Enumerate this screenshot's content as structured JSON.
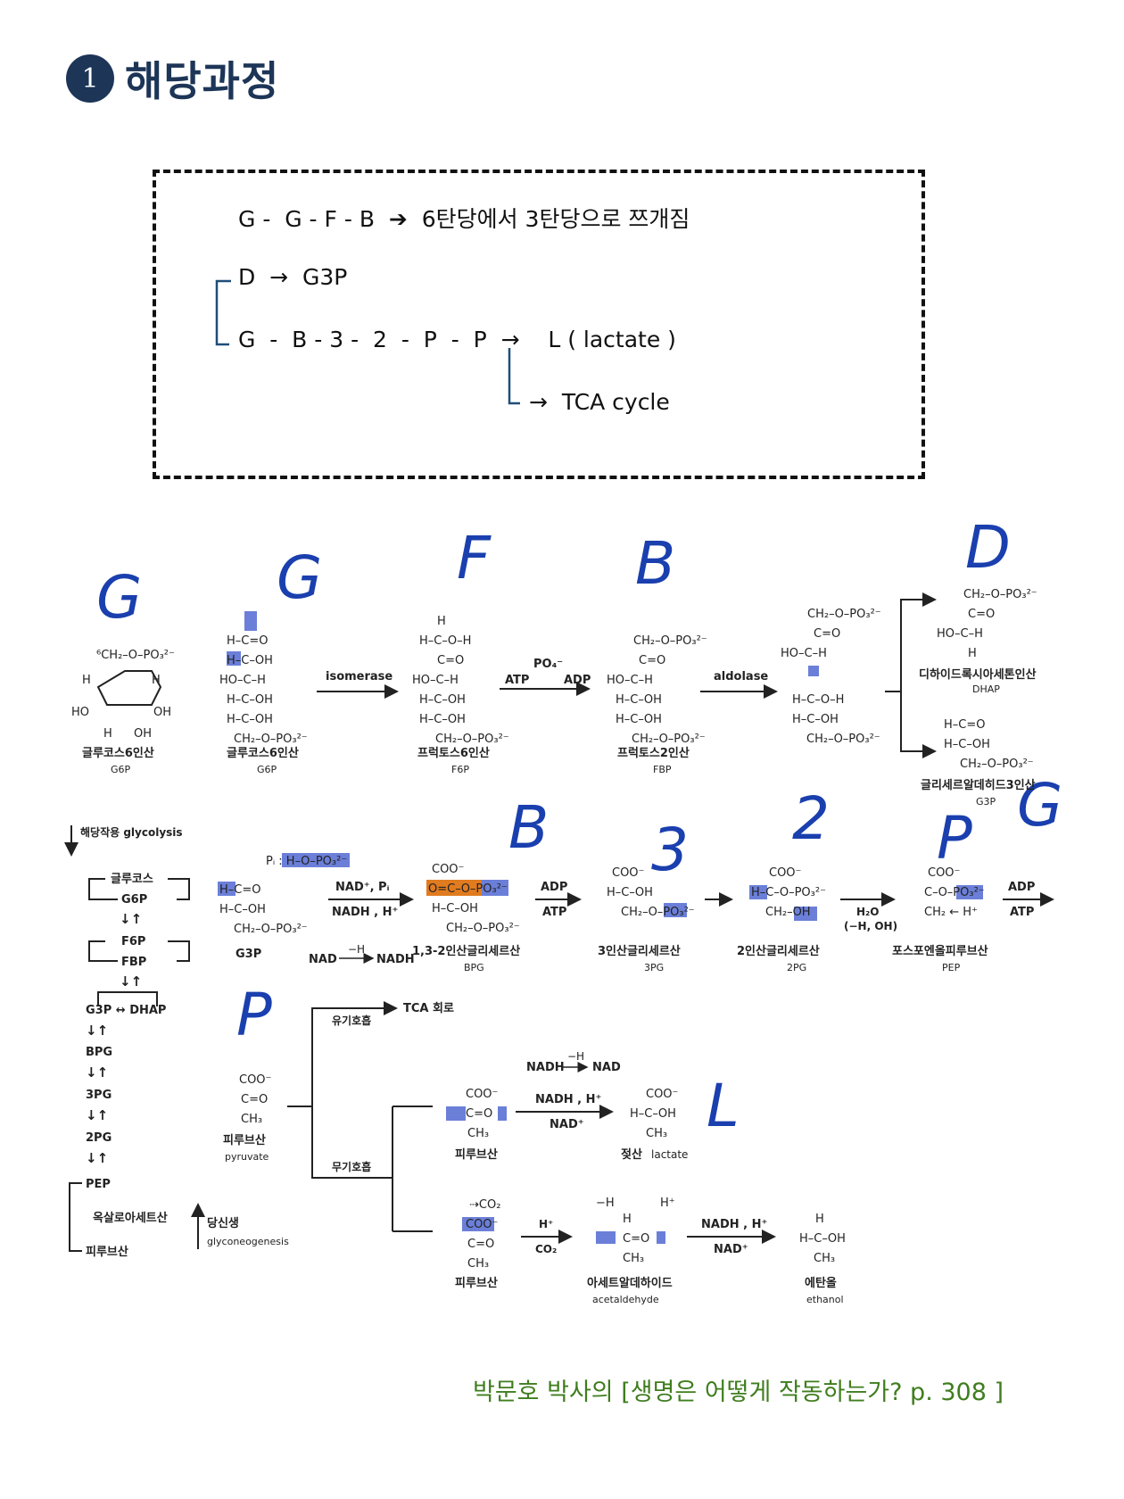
{
  "heading": {
    "number": "1",
    "title": "해당과정"
  },
  "summary": {
    "line1": "G -  G - F - B  ➔  6탄당에서 3탄당으로 쯔개짐",
    "line2": "D  →  G3P",
    "line3": "G  -  B - 3 -  2  -  P  -  P  →    L ( lactate )",
    "line4": "→  TCA cycle"
  },
  "handwritten": {
    "g1": "G",
    "g2": "G",
    "f": "F",
    "b1": "B",
    "d": "D",
    "b2": "B",
    "n3": "3",
    "n2": "2",
    "p1": "P",
    "g3": "G",
    "p2": "P",
    "l": "L"
  },
  "row1": {
    "glucose6p": {
      "ko": "글루코스6인산",
      "en": "G6P"
    },
    "glucose6p_b": {
      "ko": "글루코스6인산",
      "en": "G6P"
    },
    "isomerase": "isomerase",
    "f6p": {
      "ko": "프럭토스6인산",
      "en": "F6P"
    },
    "atp": "ATP",
    "adp": "ADP",
    "po4": "PO₄⁻",
    "fbp": {
      "ko": "프럭토스2인산",
      "en": "FBP"
    },
    "aldolase": "aldolase",
    "dhap": {
      "ko": "디하이드록시아세톤인산",
      "en": "DHAP"
    },
    "g3p": {
      "ko": "글리세르알데히드3인산",
      "en": "G3P"
    }
  },
  "row2": {
    "g3p": "G3P",
    "nad_pi": "NAD⁺, Pᵢ",
    "nadh_h": "NADH , H⁺",
    "nad_nadh": "NAD",
    "nadh": "NADH",
    "minus_h": "−H",
    "bpg": {
      "ko": "1,3-2인산글리세르산",
      "en": "BPG"
    },
    "adp": "ADP",
    "atp": "ATP",
    "pg3": {
      "ko": "3인산글리세르산",
      "en": "3PG"
    },
    "pg2": {
      "ko": "2인산글리세르산",
      "en": "2PG"
    },
    "h2o": "H₂O",
    "minus_h_oh": "(−H, OH)",
    "pep": {
      "ko": "포스포엔올피루브산",
      "en": "PEP"
    },
    "adp2": "ADP",
    "atp2": "ATP"
  },
  "sidebar": {
    "header": "해당작용 glycolysis",
    "items": [
      "글루코스",
      "G6P",
      "F6P",
      "FBP",
      "G3P ↔ DHAP",
      "BPG",
      "3PG",
      "2PG",
      "PEP"
    ],
    "oxaloacetate": "옥살로아세트산",
    "pyruvate": "피루브산",
    "gluconeo_ko": "당신생",
    "gluconeo_en": "glyconeogenesis"
  },
  "row3": {
    "pyruvate": {
      "ko": "피루브산",
      "en": "pyruvate"
    },
    "aerobic": "유기호흡",
    "tca": "TCA 회로",
    "anaerobic": "무기호흡",
    "nadh": "NADH",
    "nad": "NAD",
    "minus_h": "−H",
    "nadh_h": "NADH , H⁺",
    "nad_plus": "NAD⁺",
    "pyruvate2": "피루브산",
    "lactate_ko": "젖산",
    "lactate_en": "lactate",
    "co2_top": "CO₂",
    "h_plus": "H⁺",
    "co2_bot": "CO₂",
    "pyruvate3": "피루브산",
    "acetaldehyde": {
      "ko": "아세트알데하이드",
      "en": "acetaldehyde"
    },
    "nadh_h2": "NADH , H⁺",
    "nad_plus2": "NAD⁺",
    "ethanol": {
      "ko": "에탄올",
      "en": "ethanol"
    }
  },
  "citation": "박문호 박사의 [생명은 어떻게 작동하는가? p. 308 ]"
}
